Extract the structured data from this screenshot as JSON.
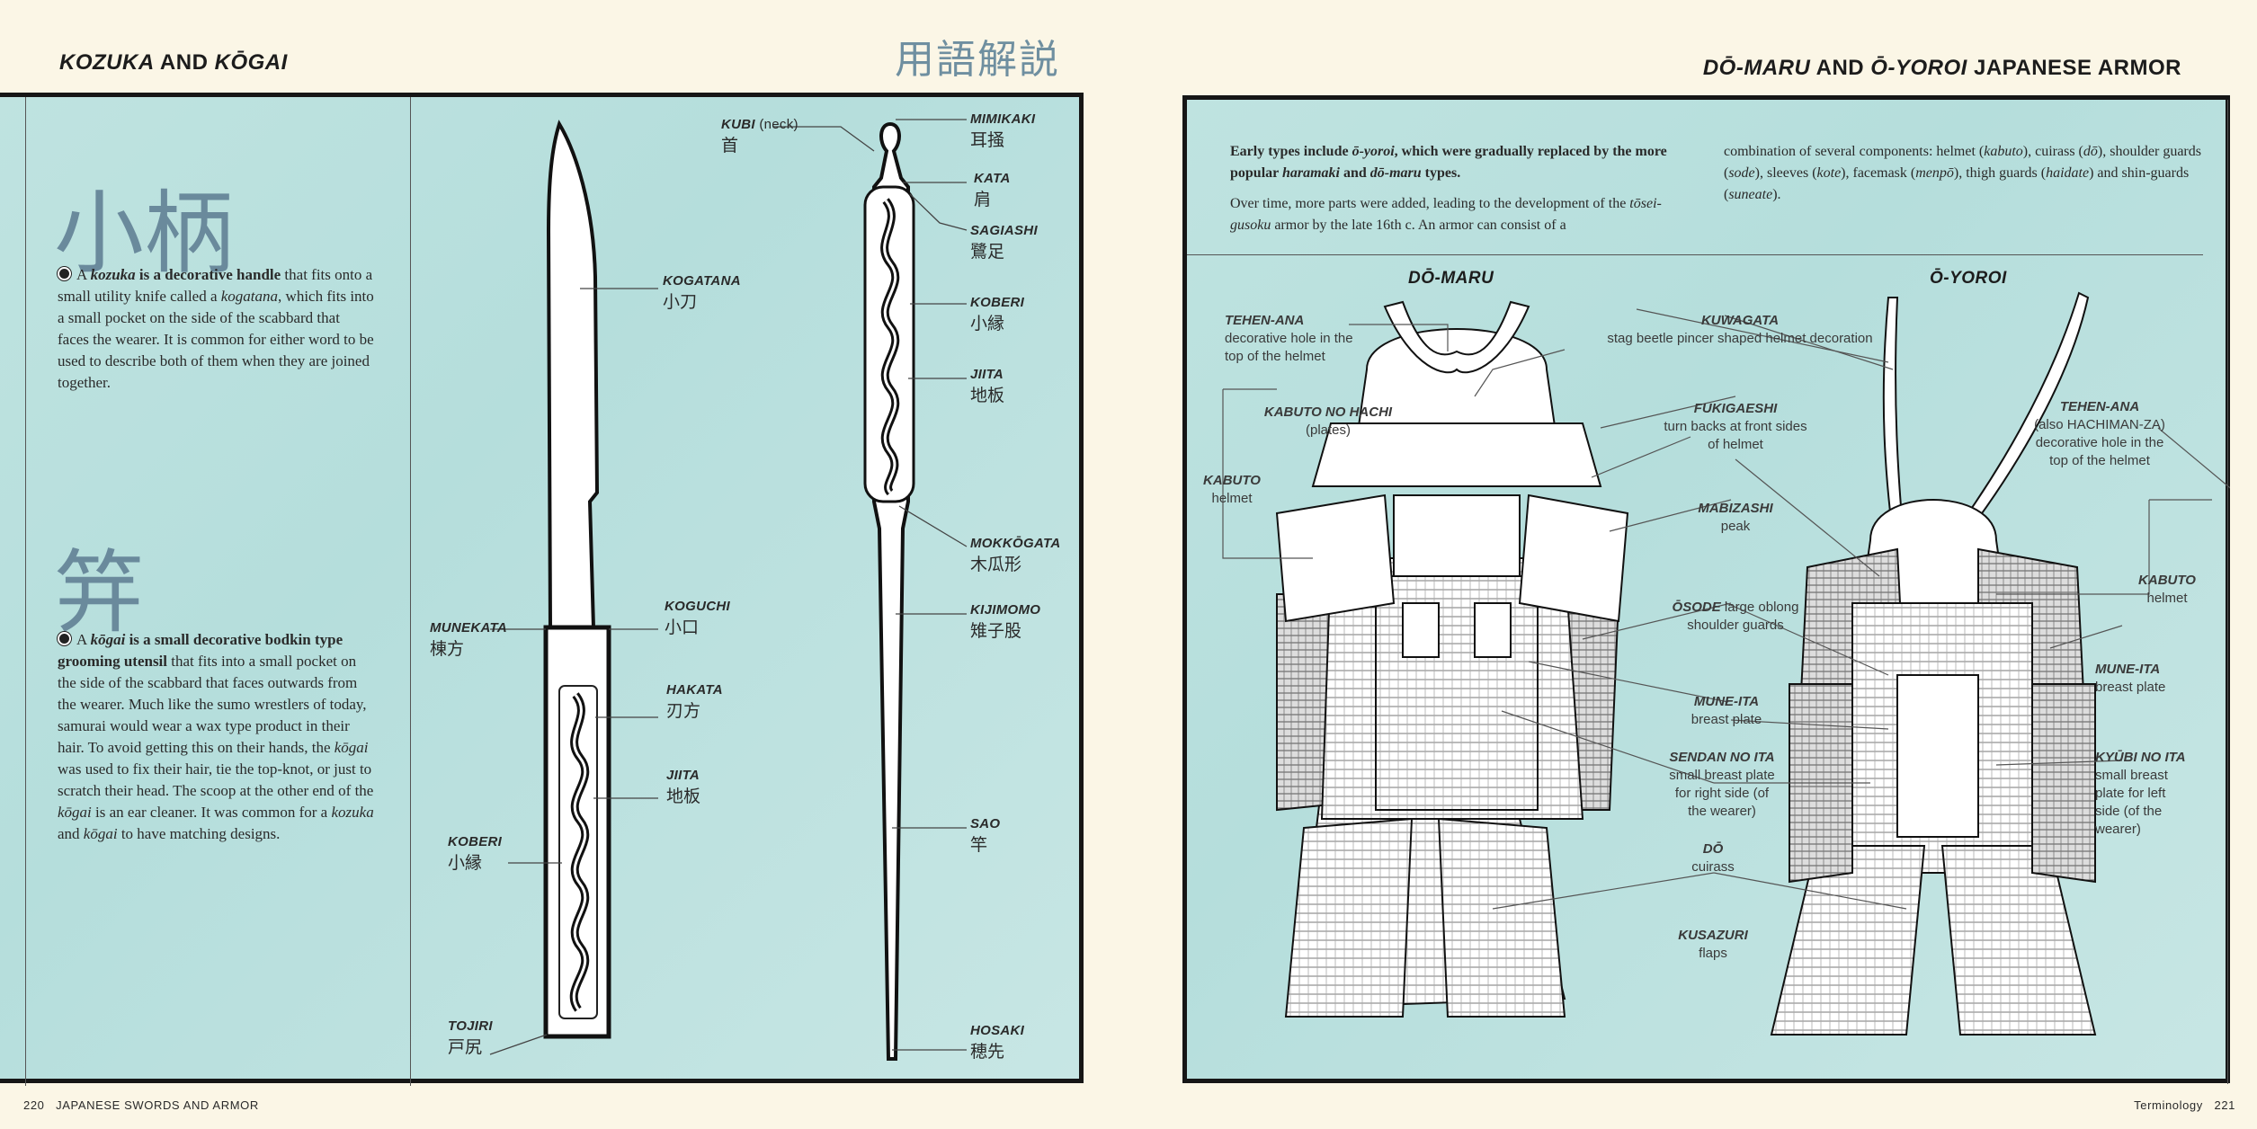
{
  "left_page": {
    "running_head": {
      "em1": "KOZUKA",
      "mid": " AND ",
      "em2": "KŌGAI"
    },
    "top_center_kanji": "用語解説",
    "kozuka_kanji": "小柄",
    "kogai_kanji": "笄",
    "kozuka_text": {
      "p1": "A ",
      "p2": "kozuka",
      "p3": " is a decorative handle",
      "p4": " that fits onto a small utility knife called a ",
      "p5": "kogatana",
      "p6": ", which fits into a small pocket on the side of the scabbard that faces the wearer. It is common for either word to be used to describe both of them when they are joined together."
    },
    "kogai_text": {
      "p1": "A ",
      "p2": "kōgai",
      "p3": " is a small decorative bodkin type grooming utensil",
      "p4": " that fits into a small pocket on the side of the scabbard that faces outwards from the wearer. Much like the sumo wrestlers of today, samurai would wear a wax type product in their hair. To avoid getting this on their hands, the ",
      "p5": "kōgai",
      "p6": " was used to fix their hair, tie the top-knot, or just to scratch their head. The scoop at the other end of the ",
      "p7": "kōgai",
      "p8": " is an ear cleaner. It was common for a ",
      "p9": "kozuka",
      "p10": " and ",
      "p11": "kōgai",
      "p12": " to have matching designs."
    },
    "knife_labels": [
      {
        "name": "KOGATANA",
        "kanji": "小刀"
      },
      {
        "name": "MUNEKATA",
        "kanji": "棟方"
      },
      {
        "name": "KOGUCHI",
        "kanji": "小口"
      },
      {
        "name": "HAKATA",
        "kanji": "刃方"
      },
      {
        "name": "JIITA",
        "kanji": "地板"
      },
      {
        "name": "KOBERI",
        "kanji": "小縁"
      },
      {
        "name": "TOJIRI",
        "kanji": "戸尻"
      }
    ],
    "kogai_labels": [
      {
        "name": "KUBI",
        "note": "(neck)",
        "kanji": "首"
      },
      {
        "name": "MIMIKAKI",
        "kanji": "耳掻"
      },
      {
        "name": "KATA",
        "kanji": "肩"
      },
      {
        "name": "SAGIASHI",
        "kanji": "鷺足"
      },
      {
        "name": "KOBERI",
        "kanji": "小縁"
      },
      {
        "name": "JIITA",
        "kanji": "地板"
      },
      {
        "name": "MOKKŌGATA",
        "kanji": "木瓜形"
      },
      {
        "name": "KIJIMOMO",
        "kanji": "雉子股"
      },
      {
        "name": "SAO",
        "kanji": "竿"
      },
      {
        "name": "HOSAKI",
        "kanji": "穂先"
      }
    ],
    "footer": {
      "page": "220",
      "title": "JAPANESE SWORDS AND ARMOR"
    }
  },
  "right_page": {
    "running_head": {
      "em1": "DŌ-MARU",
      "mid": " AND ",
      "em2": "Ō-YOROI",
      "rest": " JAPANESE ARMOR"
    },
    "intro_col1": {
      "b1": "Early types include ",
      "i1": "ō-yoroi",
      "b2": ", which were gradually replaced by the more popular ",
      "i2": "haramaki",
      "b3": " and ",
      "i3": "dō-maru",
      "b4": " types.",
      "p1": "Over time, more parts were added, leading to the development of the ",
      "i4": "tōsei-gusoku",
      "p2": " armor by the late 16th c. An armor can consist of a"
    },
    "intro_col2": {
      "t1": "combination of several components: helmet (",
      "i1": "kabuto",
      "t2": "), cuirass (",
      "i2": "dō",
      "t3": "), shoulder guards (",
      "i3": "sode",
      "t4": "), sleeves (",
      "i4": "kote",
      "t5": "), facemask (",
      "i5": "menpō",
      "t6": "), thigh guards (",
      "i6": "haidate",
      "t7": ") and shin-guards (",
      "i7": "suneate",
      "t8": ")."
    },
    "heading_domaru": "DŌ-MARU",
    "heading_oyoroi": "Ō-YOROI",
    "armor_labels": {
      "tehen_ana_l": {
        "title": "TEHEN-ANA",
        "lines": [
          "decorative hole in the",
          "top of the helmet"
        ]
      },
      "kuwagata": {
        "title": "KUWAGATA",
        "lines": [
          "stag beetle pincer shaped helmet decoration"
        ]
      },
      "kabuto_no_hachi": {
        "title": "KABUTO NO HACHI",
        "lines": [
          "(plates)"
        ]
      },
      "fukigaeshi": {
        "title": "FUKIGAESHI",
        "lines": [
          "turn backs at front sides",
          "of helmet"
        ]
      },
      "tehen_ana_r": {
        "title": "TEHEN-ANA",
        "lines": [
          "(also HACHIMAN-ZA)",
          "decorative hole in the",
          "top of the helmet"
        ]
      },
      "kabuto_l": {
        "title": "KABUTO",
        "lines": [
          "helmet"
        ]
      },
      "mabizashi": {
        "title": "MABIZASHI",
        "lines": [
          "peak"
        ]
      },
      "kabuto_r": {
        "title": "KABUTO",
        "lines": [
          "helmet"
        ]
      },
      "osode": {
        "title": "ŌSODE",
        "inline": "large oblong",
        "lines": [
          "shoulder guards"
        ]
      },
      "mune_ita_c": {
        "title": "MUNE-ITA",
        "lines": [
          "breast plate"
        ]
      },
      "mune_ita_r": {
        "title": "MUNE-ITA",
        "lines": [
          "breast plate"
        ]
      },
      "sendan": {
        "title": "SENDAN NO ITA",
        "lines": [
          "small breast plate",
          "for right side (of",
          "the wearer)"
        ]
      },
      "kyubi": {
        "title": "KYŪBI NO ITA",
        "lines": [
          "small breast",
          "plate for left",
          "side (of the",
          "wearer)"
        ]
      },
      "do": {
        "title": "DŌ",
        "lines": [
          "cuirass"
        ]
      },
      "kusazuri": {
        "title": "KUSAZURI",
        "lines": [
          "flaps"
        ]
      }
    },
    "footer": {
      "title": "Terminology",
      "page": "221"
    }
  }
}
